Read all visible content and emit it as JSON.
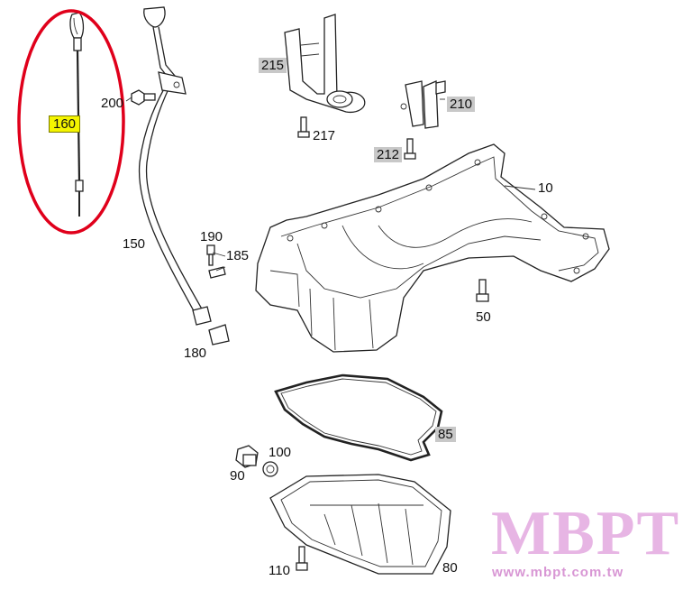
{
  "diagram": {
    "labels": {
      "p10": "10",
      "p50": "50",
      "p80": "80",
      "p85": "85",
      "p90": "90",
      "p100": "100",
      "p110": "110",
      "p150": "150",
      "p160": "160",
      "p180": "180",
      "p185": "185",
      "p190": "190",
      "p200": "200",
      "p210": "210",
      "p212": "212",
      "p215": "215",
      "p217": "217"
    },
    "highlight_color": "#e0001b",
    "label_box_color": "#c8c8c8",
    "selected_label_color": "#f4f400"
  },
  "watermark": {
    "brand": "MBPT",
    "url": "www.mbpt.com.tw",
    "color": "#e7b5e4"
  }
}
